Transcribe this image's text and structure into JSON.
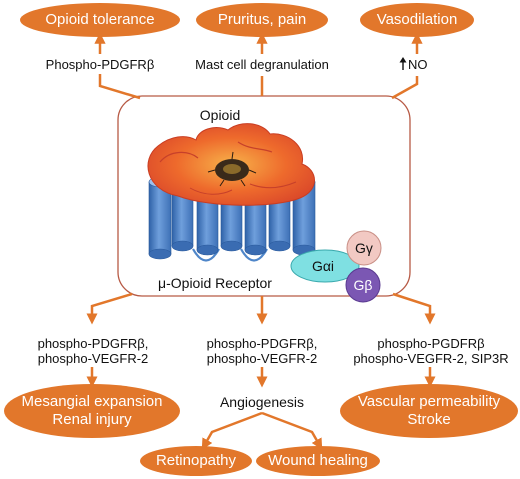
{
  "colors": {
    "accent_orange": "#e2772b",
    "box_border": "#b75a45",
    "receptor_blue": "#4f86c9",
    "g_alpha": "#7fe0e2",
    "g_gamma": "#f2c9c3",
    "g_beta": "#7b57b3"
  },
  "top_outcomes": [
    {
      "label": "Opioid tolerance"
    },
    {
      "label": "Pruritus, pain"
    },
    {
      "label": "Vasodilation"
    }
  ],
  "top_mediators": [
    {
      "label": "Phospho-PDGFRβ"
    },
    {
      "label": "Mast cell degranulation"
    },
    {
      "label": "NO",
      "prefix_icon": "up-arrow-icon"
    }
  ],
  "center": {
    "opioid_label": "Opioid",
    "receptor_label": "μ-Opioid Receptor",
    "image": "poppy-flower-icon",
    "g_proteins": [
      "Gαi",
      "Gγ",
      "Gβ"
    ]
  },
  "bottom_mediators": [
    {
      "line1": "phospho-PDGFRβ,",
      "line2": "phospho-VEGFR-2"
    },
    {
      "line1": "phospho-PDGFRβ,",
      "line2": "phospho-VEGFR-2"
    },
    {
      "line1": "phospho-PGDFRβ",
      "line2": "phospho-VEGFR-2, SIP3R"
    }
  ],
  "bottom_outcomes": {
    "left": {
      "line1": "Mesangial expansion",
      "line2": "Renal injury"
    },
    "middle": "Angiogenesis",
    "right": {
      "line1": "Vascular permeability",
      "line2": "Stroke"
    },
    "sub": [
      {
        "label": "Retinopathy"
      },
      {
        "label": "Wound healing"
      }
    ]
  }
}
